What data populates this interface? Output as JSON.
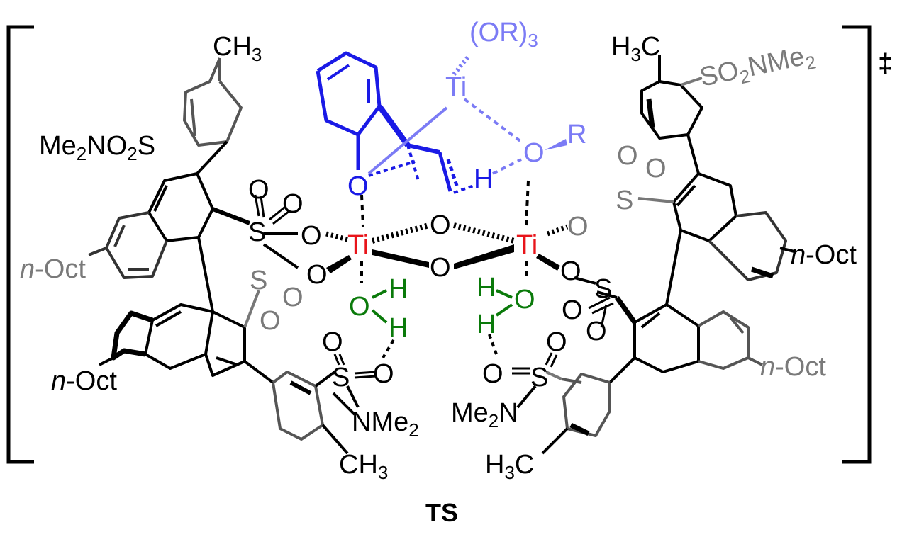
{
  "diagram": {
    "caption": "TS",
    "dagger": "‡",
    "colors": {
      "black": "#000000",
      "gray": "#7a7a7a",
      "darkgray": "#444444",
      "red": "#e8141a",
      "blue": "#1a1ae6",
      "lightblue": "#7b7bf5",
      "green": "#0a7a0a"
    },
    "labels": {
      "ch3_top": "CH",
      "ch3_top_sub": "3",
      "me2no2s_left": "Me",
      "me2no2s_left_sub1": "2",
      "me2no2s_left_mid": "NO",
      "me2no2s_left_sub2": "2",
      "me2no2s_left_end": "S",
      "noct_left_top": "n",
      "noct_left_top_rest": "-Oct",
      "noct_left_bottom": "n",
      "noct_left_bottom_rest": "-Oct",
      "noct_right_top": "n",
      "noct_right_top_rest": "-Oct",
      "noct_right_bottom": "n",
      "noct_right_bottom_rest": "-Oct",
      "h3c_top": "H",
      "h3c_top_sub": "3",
      "h3c_top_rest": "C",
      "so2nme2_top": "SO",
      "so2nme2_top_sub1": "2",
      "so2nme2_top_mid": "NMe",
      "so2nme2_top_sub2": "2",
      "or3": "(OR)",
      "or3_sub": "3",
      "ti_top": "Ti",
      "o_r": "O",
      "r": "R",
      "h_blue": "H",
      "o_blue": "O",
      "ti_left": "Ti",
      "ti_right": "Ti",
      "o_bridge_top": "O",
      "o_bridge_bottom": "O",
      "s_left_upper": "S",
      "s_left_lower": "S",
      "o_left_1": "O",
      "o_left_2": "O",
      "o_left_3": "O",
      "o_left_4": "O",
      "o_left_5": "O",
      "o_left_6": "O",
      "s_right_upper": "S",
      "s_right_lower": "S",
      "o_right_1": "O",
      "o_right_2": "O",
      "o_right_3": "O",
      "o_right_4": "O",
      "o_right_5": "O",
      "o_right_6": "O",
      "h_green_1": "H",
      "o_green_left": "O",
      "h_green_2": "H",
      "h_green_3": "H",
      "o_green_right": "O",
      "h_green_4": "H",
      "s_bottom_left": "S",
      "o_bl_1": "O",
      "o_bl_2": "O",
      "nme2_bl": "NMe",
      "nme2_bl_sub": "2",
      "ch3_bl": "CH",
      "ch3_bl_sub": "3",
      "s_bottom_right": "S",
      "o_br_1": "O",
      "o_br_2": "O",
      "me2n_br": "Me",
      "me2n_br_sub": "2",
      "me2n_br_rest": "N",
      "h3c_br": "H",
      "h3c_br_sub": "3",
      "h3c_br_rest": "C"
    }
  }
}
